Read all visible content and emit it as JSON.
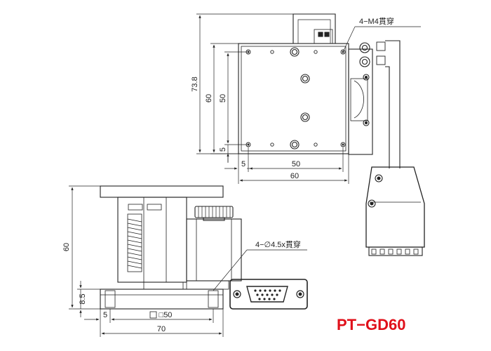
{
  "top_view": {
    "dimensions": {
      "overall_height": "73.8",
      "body_height": "60",
      "pitch_height": "50",
      "offset_left": "5",
      "offset_bottom": "5",
      "pitch_width": "50",
      "body_width": "60"
    },
    "hole_note": "4−M4貫穿"
  },
  "front_view": {
    "dimensions": {
      "height": "60",
      "base_height": "8.5",
      "offset": "5",
      "table_square": "□50",
      "length": "70"
    },
    "hole_note": "4−∅4.5x貫穿"
  },
  "model": "PT−GD60",
  "colors": {
    "line": "#222222",
    "title": "#e0101a"
  }
}
